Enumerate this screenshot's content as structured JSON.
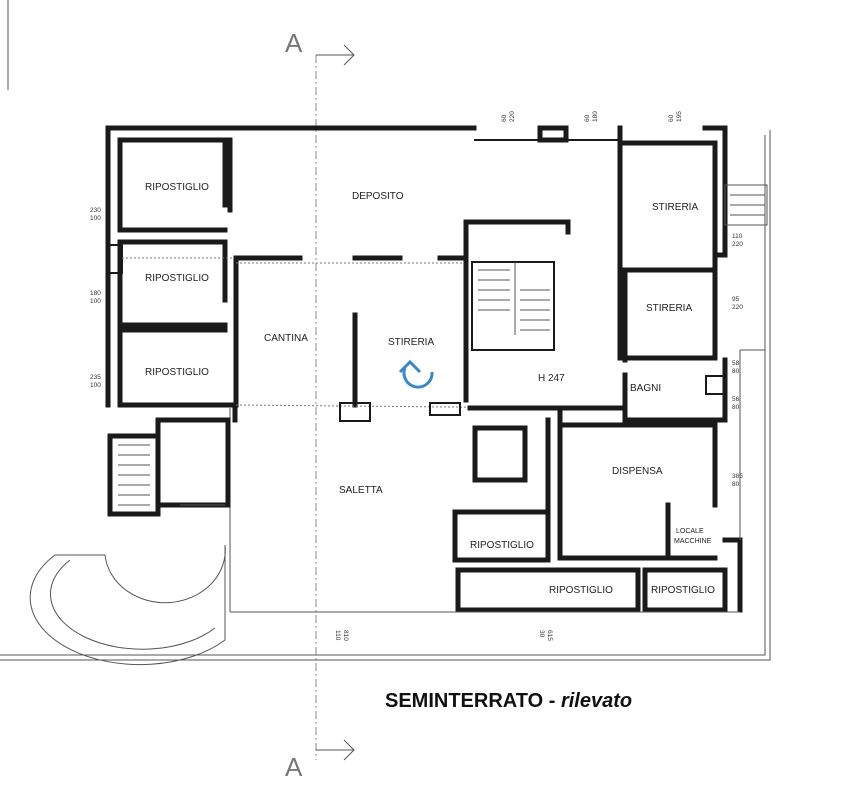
{
  "title": {
    "main": "SEMINTERRATO",
    "separator": " - ",
    "sub": "rilevato"
  },
  "section_marker": {
    "top": "A",
    "bottom": "A"
  },
  "rooms": {
    "ripostiglio_1": "RIPOSTIGLIO",
    "ripostiglio_2": "RIPOSTIGLIO",
    "ripostiglio_3": "RIPOSTIGLIO",
    "deposito": "DEPOSITO",
    "cantina": "CANTINA",
    "stireria_center": "STIRERIA",
    "stireria_right_1": "STIRERIA",
    "stireria_right_2": "STIRERIA",
    "bagni": "BAGNI",
    "dispensa": "DISPENSA",
    "saletta": "SALETTA",
    "ripostiglio_4": "RIPOSTIGLIO",
    "ripostiglio_5": "RIPOSTIGLIO",
    "ripostiglio_6": "RIPOSTIGLIO",
    "locale_line1": "LOCALE",
    "locale_line2": "MACCHINE",
    "height": "H 247"
  },
  "dimensions": {
    "left_1a": "230",
    "left_1b": "100",
    "left_2a": "180",
    "left_2b": "100",
    "left_3a": "235",
    "left_3b": "100",
    "top_1a": "60",
    "top_1b": "220",
    "top_2a": "60",
    "top_2b": "180",
    "top_3a": "60",
    "top_3b": "195",
    "right_1a": "110",
    "right_1b": "220",
    "right_2a": "95",
    "right_2b": "220",
    "right_3a": "58",
    "right_3b": "80",
    "right_4a": "56",
    "right_4b": "80",
    "right_5a": "385",
    "right_5b": "80",
    "bottom_1a": "810",
    "bottom_1b": "110",
    "bottom_2a": "615",
    "bottom_2b": "30"
  }
}
